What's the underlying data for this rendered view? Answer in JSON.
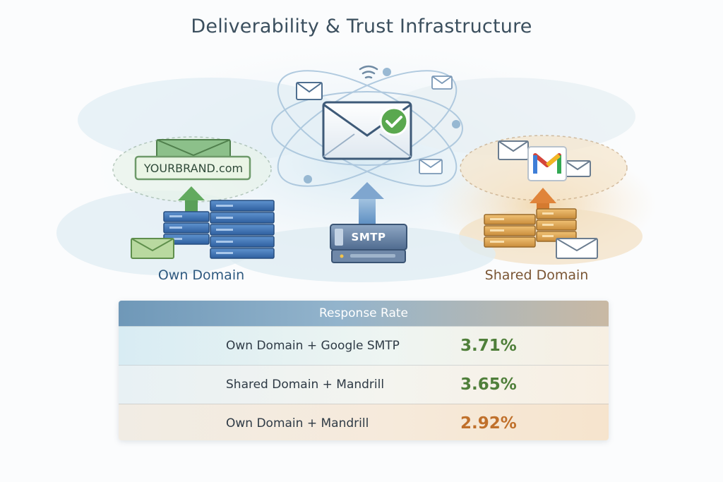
{
  "title": "Deliverability & Trust Infrastructure",
  "left": {
    "label": "Own Domain",
    "brand_sign": "YOURBRAND.com"
  },
  "center": {
    "server_label": "SMTP"
  },
  "right": {
    "label": "Shared Domain"
  },
  "icons": [
    "envelope-icon",
    "check-icon",
    "gmail-icon",
    "wifi-icon",
    "server-rack-icon",
    "arrow-up-icon"
  ],
  "colors": {
    "own_domain_accent": "#2f5a80",
    "shared_domain_accent": "#c9772d",
    "value_green": "#4f7f3a",
    "value_orange": "#c0702b"
  },
  "table": {
    "header": "Response Rate",
    "rows": [
      {
        "label": "Own Domain + Google SMTP",
        "value": "3.71%",
        "color": "#4f7f3a"
      },
      {
        "label": "Shared Domain + Mandrill",
        "value": "3.65%",
        "color": "#4f7f3a"
      },
      {
        "label": "Own Domain + Mandrill",
        "value": "2.92%",
        "color": "#c0702b"
      }
    ]
  }
}
